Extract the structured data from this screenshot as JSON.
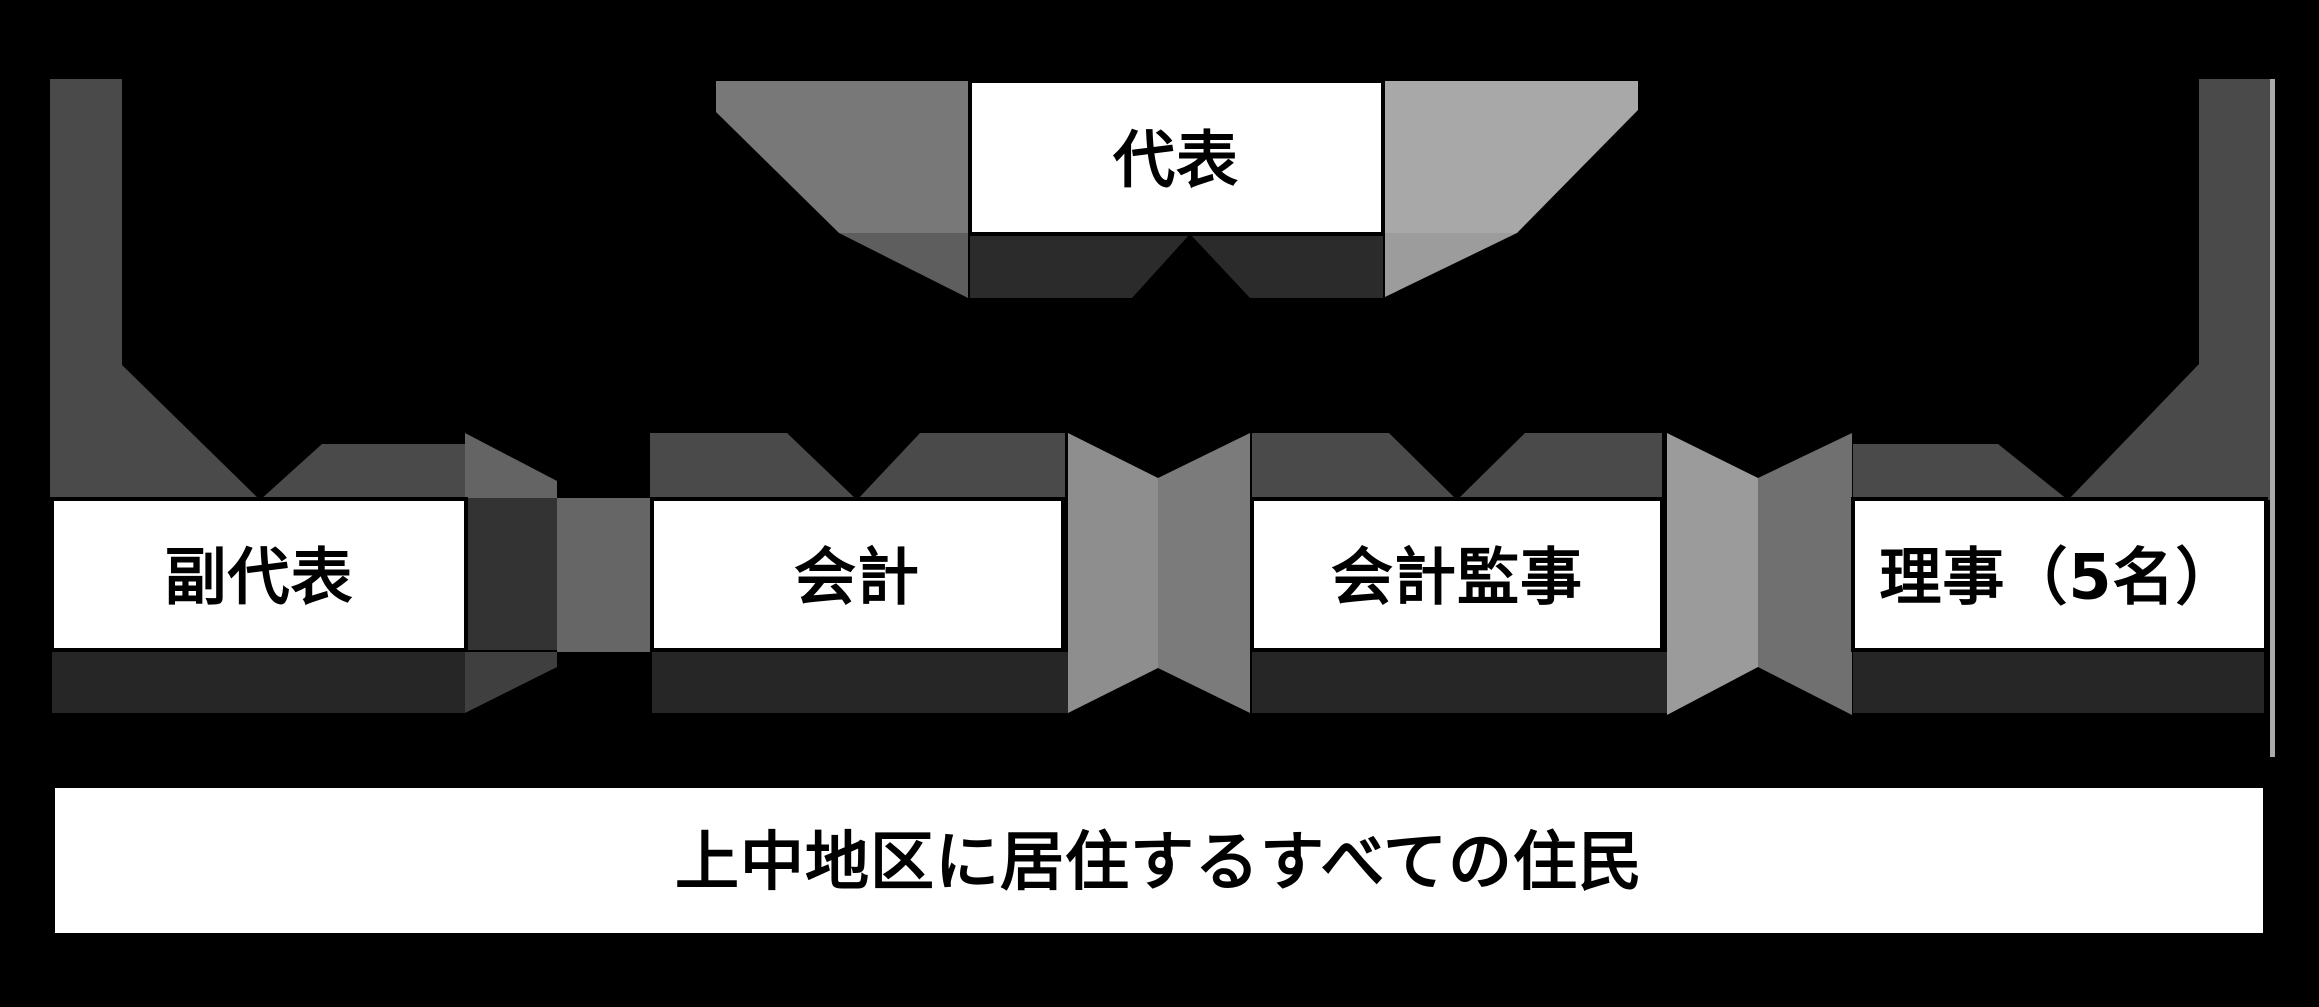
{
  "diagram": {
    "type": "organization-chart",
    "labels": {
      "representative": "代表",
      "vice_representative": "副代表",
      "treasurer": "会計",
      "auditor": "会計監事",
      "directors": "理事（5名）",
      "residents": "上中地区に居住するすべての住民"
    },
    "colors": {
      "background": "#000000",
      "box_fill": "#ffffff",
      "box_border": "#000000",
      "label_text": "#000000",
      "band_dark": "#4a4a4a",
      "shadow_band": "#262626",
      "title_shadow": "#2b2b2b",
      "column_dark": "#333333",
      "column_mid": "#666666",
      "column_bevel": "#646464",
      "column_shadow": "#3f3f3f",
      "funnel_left": "#787878",
      "funnel_left_shadow": "#5e5e5e",
      "funnel_right": "#a8a8a8",
      "funnel_right_shadow": "#9c9c9c",
      "bowtie1_left": "#8e8e8e",
      "bowtie1_right": "#7b7b7b",
      "bowtie2_left": "#9b9b9b",
      "bowtie2_right": "#707070",
      "edge_highlight": "#aaaaaa"
    }
  }
}
